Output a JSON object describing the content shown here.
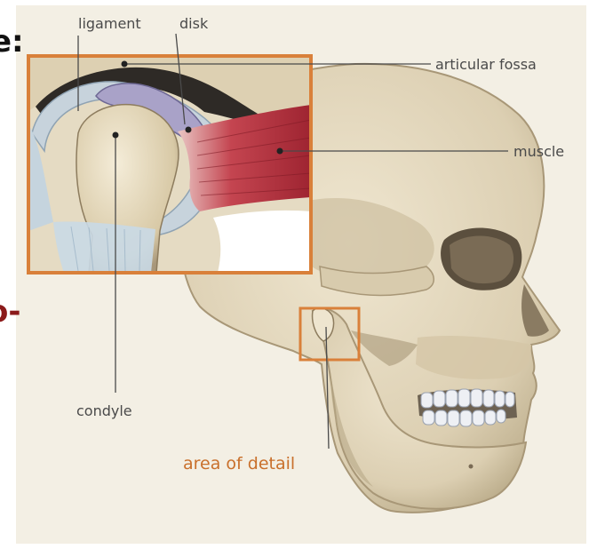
{
  "labels": {
    "ligament": "ligament",
    "disk": "disk",
    "articular_fossa": "articular fossa",
    "muscle": "muscle",
    "condyle": "condyle",
    "area_of_detail": "area of detail"
  },
  "edge_fragments": {
    "top": "e:",
    "middle": "o-"
  },
  "colors": {
    "background_panel": "#f3efe4",
    "bone": "#e2d7bd",
    "bone_shadow": "#b9aa88",
    "detail_frame": "#d9803a",
    "muscle": "#b8313c",
    "disk": "#a9a2c8",
    "ligament": "#c7d3dc",
    "teeth": "#eef0f4",
    "label_text": "#4a4a4a",
    "accent_text": "#c9702c",
    "fragment_dark": "#111111",
    "fragment_red": "#8b1a1a"
  }
}
